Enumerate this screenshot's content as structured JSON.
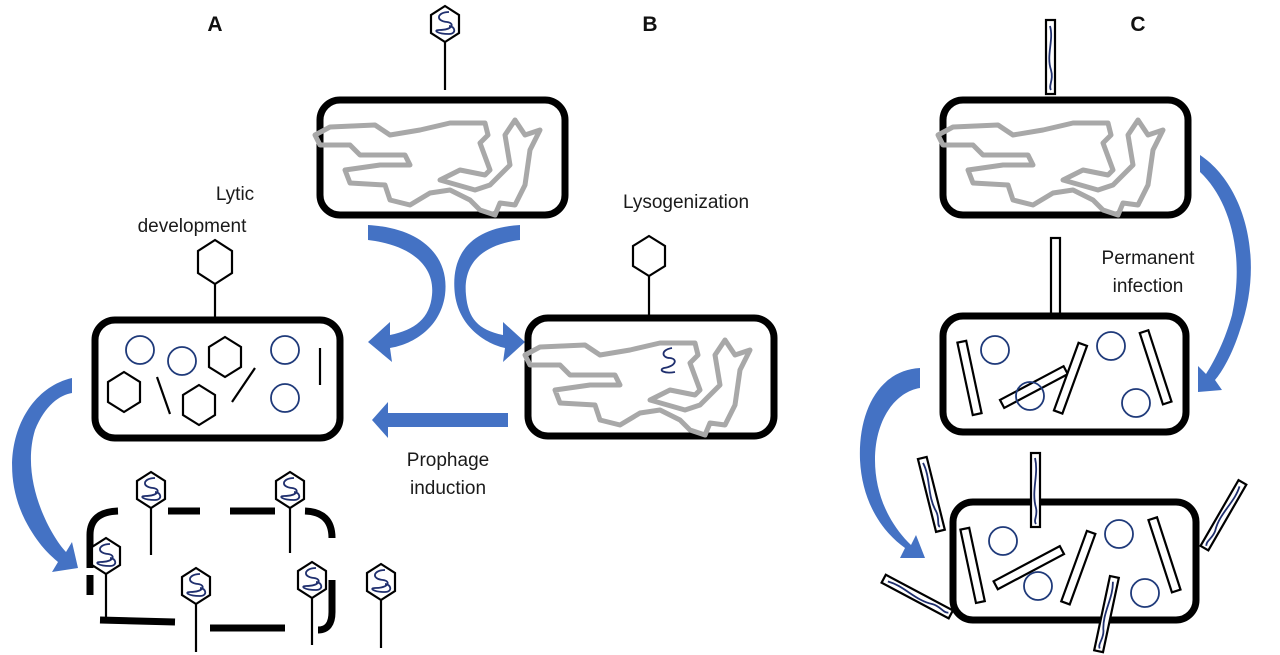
{
  "panels": {
    "a": {
      "label": "A"
    },
    "b": {
      "label": "B"
    },
    "c": {
      "label": "C"
    }
  },
  "labels": {
    "lytic": [
      "Lytic",
      "development"
    ],
    "lysogenization": "Lysogenization",
    "prophage": [
      "Prophage",
      "induction"
    ],
    "permanent": [
      "Permanent",
      "infection"
    ]
  },
  "colors": {
    "arrow": "#4472c4",
    "cell_outline": "#000000",
    "bacterial_dna": "#a8a8a8",
    "phage_dna": "#1f2f6e"
  }
}
